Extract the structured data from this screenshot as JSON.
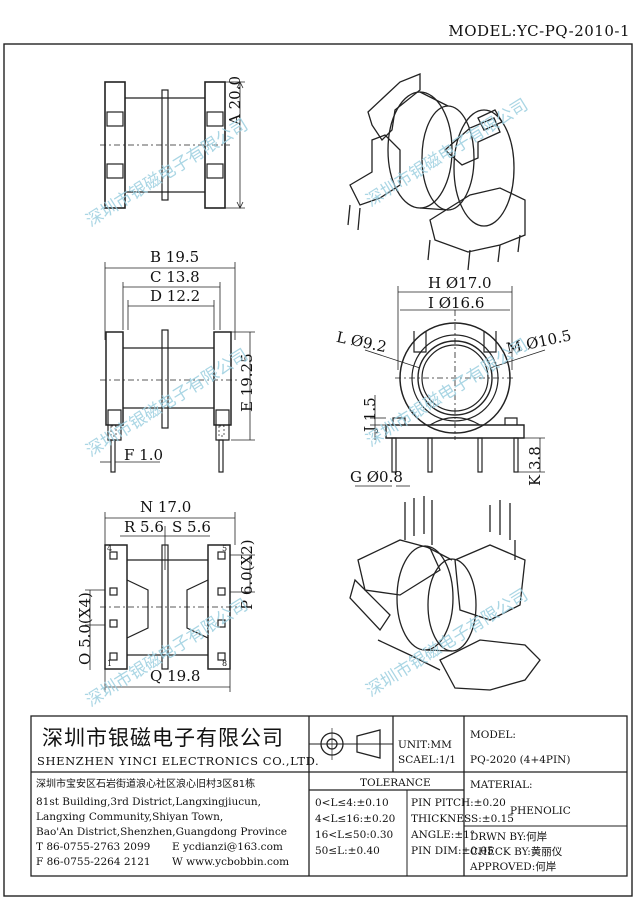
{
  "model_top": "MODEL:YC-PQ-2010-1",
  "dims": {
    "A": "A 20.0",
    "B": "B 19.5",
    "C": "C 13.8",
    "D": "D 12.2",
    "E": "E 19.25",
    "F": "F 1.0",
    "H": "H Ø17.0",
    "I": "I Ø16.6",
    "L": "L Ø9.2",
    "M": "M Ø10.5",
    "J": "J 1.5",
    "G": "G Ø0.8",
    "K": "K 3.8",
    "N": "N 17.0",
    "R": "R 5.6",
    "S": "S 5.6",
    "P": "P 6.0(X2)",
    "O": "O 5.0(X4)",
    "Q": "Q 19.8"
  },
  "pins": {
    "p1": "1",
    "p4": "4",
    "p5": "5",
    "p8": "8"
  },
  "watermark": "深圳市银磁电子有限公司",
  "title_block": {
    "company_cn": "深圳市银磁电子有限公司",
    "company_en": "SHENZHEN YINCI ELECTRONICS CO.,LTD.",
    "address_cn": "深圳市宝安区石岩街道浪心社区浪心旧村3区81栋",
    "address_en": [
      "81st Building,3rd District,Langxingjiucun,",
      "Langxing Community,Shiyan Town,",
      "Bao'An District,Shenzhen,Guangdong Province"
    ],
    "tel": "T 86-0755-2763 2099",
    "email": "E ycdianzi@163.com",
    "fax": "F 86-0755-2264 2121",
    "web": "W www.ycbobbin.com",
    "unit": "UNIT:MM",
    "scale": "SCAEL:1/1",
    "model_label": "MODEL:",
    "model_value": "PQ-2020 (4+4PIN)",
    "tolerance_label": "TOLERANCE",
    "tol_left": [
      "0<L≤4:±0.10",
      "4<L≤16:±0.20",
      "16<L≤50:0.30",
      "50≤L:±0.40"
    ],
    "tol_right": [
      "PIN PITCH:±0.20",
      "THICKNESS:±0.15",
      "ANGLE:±1°",
      "PIN DIM:±0.05"
    ],
    "material_label": "MATERIAL:",
    "material_value": "PHENOLIC",
    "drawn": "DRWN BY:何岸",
    "check": "CHECK BY:黄丽仪",
    "approved": "APPROVED:何岸"
  }
}
